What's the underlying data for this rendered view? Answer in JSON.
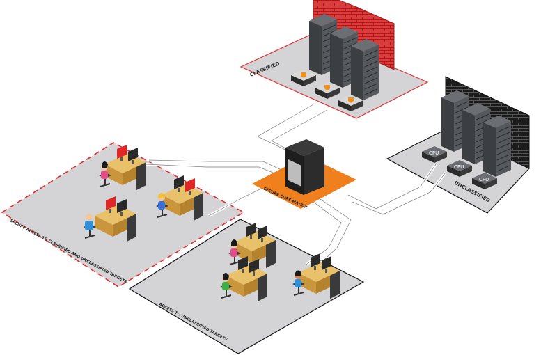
{
  "zones": {
    "classified": "CLASSIFIED",
    "unclassified": "UNCLASSIFIED",
    "core": "SECURE CORE MATRIX",
    "secure_access": "SECURE ACCESS TO CLASSIFIED AND UNCLASSIFIED TARGETS",
    "unclassified_access": "ACCESS TO UNCLASSIFIED TARGETS"
  },
  "cpu_label": "CPU",
  "colors": {
    "brick_red": "#e23a3a",
    "brick_dark": "#1a1a1a",
    "matrix_orange": "#f0801e",
    "zone_grey": "#d4d4d6",
    "rack": "#4a4d50",
    "zone_border_red": "#e03030"
  }
}
